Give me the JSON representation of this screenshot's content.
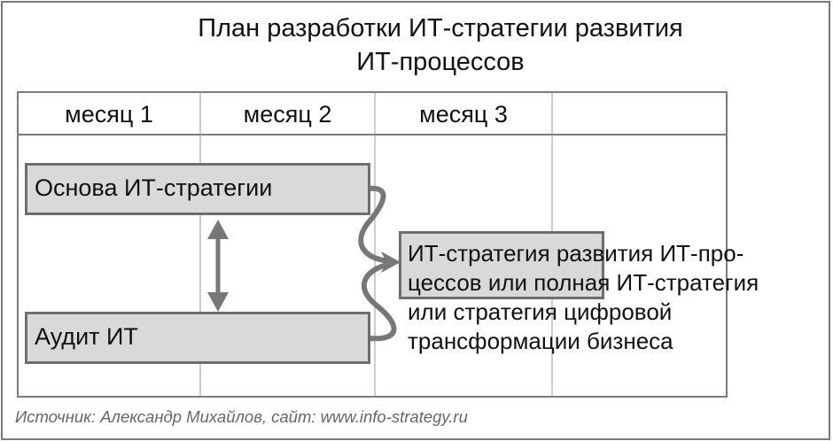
{
  "title": {
    "line1": "План разработки ИТ-стратегии развития",
    "line2": "ИТ-процессов"
  },
  "columns": [
    "месяц 1",
    "месяц 2",
    "месяц 3",
    ""
  ],
  "tasks": [
    {
      "label": "Основа ИТ-стратегии"
    },
    {
      "label": "Аудит ИТ"
    }
  ],
  "result": {
    "lines": [
      "ИТ-стратегия развития ИТ-про-",
      "цессов или полная ИТ-стратегия",
      "или стратегия цифровой",
      "трансформации бизнеса"
    ]
  },
  "source": "Источник: Александр Михайлов, сайт: www.info-strategy.ru",
  "colors": {
    "box_fill": "#d9d9d9",
    "border": "#6e6e6e",
    "arrow": "#777777"
  }
}
